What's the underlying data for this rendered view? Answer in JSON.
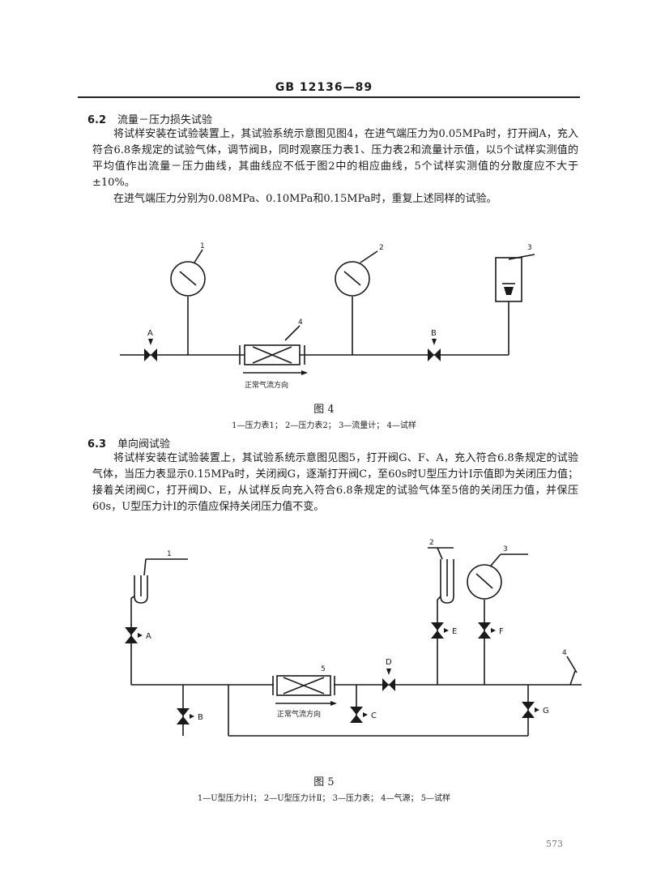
{
  "header": {
    "standard": "GB 12136—89"
  },
  "section_6_2": {
    "number": "6.2",
    "title": "流量－压力损失试验",
    "paragraphs": [
      "将试样安装在试验装置上，其试验系统示意图见图4，在进气端压力为0.05MPa时，打开阀A，充入符合6.8条规定的试验气体，调节阀B，同时观察压力表1、压力表2和流量计示值，以5个试样实测值的平均值作出流量－压力曲线，其曲线应不低于图2中的相应曲线，5个试样实测值的分散度应不大于±10%。",
      "在进气端压力分别为0.08MPa、0.10MPa和0.15MPa时，重复上述同样的试验。"
    ]
  },
  "figure4": {
    "caption": "图 4",
    "legend": "1—压力表1； 2—压力表2； 3—流量计； 4—试样",
    "labels": {
      "gauge1": "1",
      "gauge2": "2",
      "flowmeter": "3",
      "sample": "4",
      "valveA": "A",
      "valveB": "B"
    },
    "flow_direction": "正常气流方向"
  },
  "section_6_3": {
    "number": "6.3",
    "title": "单向阀试验",
    "paragraphs": [
      "将试样安装在试验装置上，其试验系统示意图见图5，打开阀G、F、A，充入符合6.8条规定的试验气体，当压力表显示0.15MPa时，关闭阀G，逐渐打开阀C，至60s时U型压力计Ⅰ示值即为关闭压力值；接着关闭阀C，打开阀D、E，从试样反向充入符合6.8条规定的试验气体至5倍的关闭压力值，并保压60s，U型压力计Ⅰ的示值应保持关闭压力值不变。"
    ]
  },
  "figure5": {
    "caption": "图 5",
    "legend": "1—U型压力计Ⅰ； 2—U型压力计Ⅱ； 3—压力表； 4—气源； 5—试样",
    "labels": {
      "manometer1": "1",
      "manometer2": "2",
      "gauge": "3",
      "source": "4",
      "sample": "5",
      "valveA": "A",
      "valveB": "B",
      "valveC": "C",
      "valveD": "D",
      "valveE": "E",
      "valveF": "F",
      "valveG": "G"
    },
    "flow_direction": "正常气流方向"
  },
  "footer": {
    "page_number": "573"
  }
}
